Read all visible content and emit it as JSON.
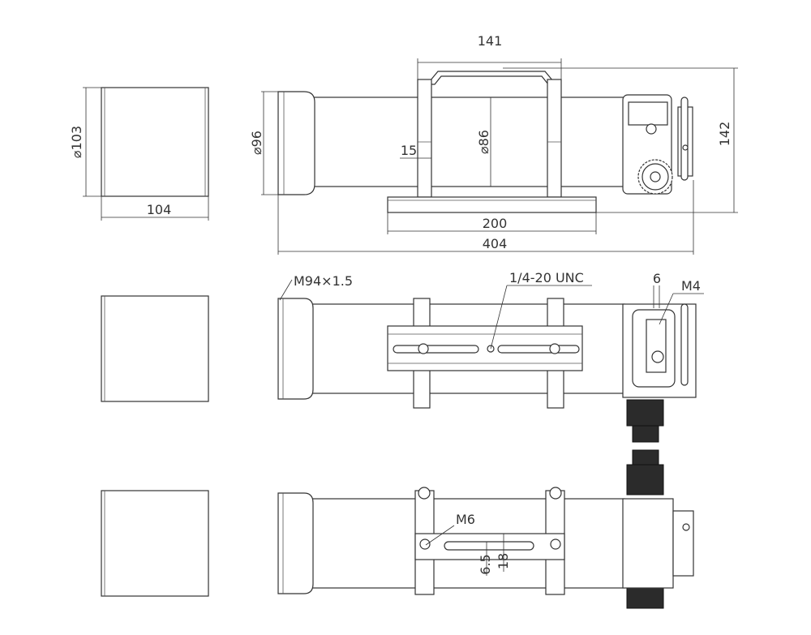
{
  "top_view": {
    "hood_diameter": "⌀103",
    "hood_length": "104",
    "tube_diameter_front": "⌀96",
    "tube_diameter": "⌀86",
    "handle_width": "141",
    "ring_offset": "15",
    "total_height": "142",
    "rail_length": "200",
    "total_length": "404"
  },
  "middle_view": {
    "thread_label": "M94×1.5",
    "mount_thread_label": "1/4-20 UNC",
    "focuser_gap": "6",
    "focuser_thread": "M4"
  },
  "bottom_view": {
    "ring_thread": "M6",
    "slot_width": "6.5",
    "bar_width": "18"
  }
}
